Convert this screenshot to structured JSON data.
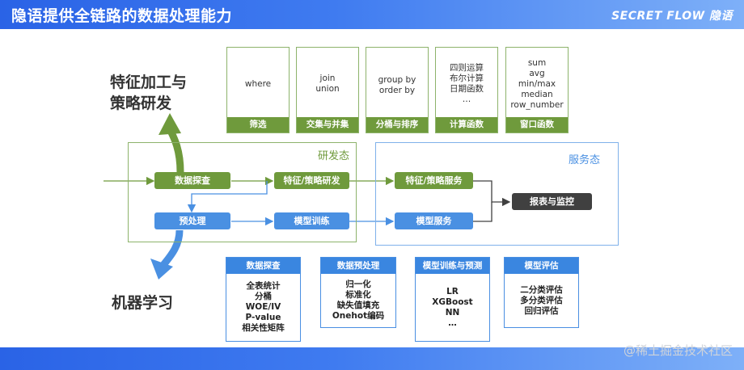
{
  "header": {
    "title": "隐语提供全链路的数据处理能力",
    "brand": "SECRET FLOW 隐语"
  },
  "side_labels": {
    "top": [
      "特征加工与",
      "策略研发"
    ],
    "bottom": "机器学习"
  },
  "op_cards": [
    {
      "lines": [
        "where"
      ],
      "footer": "筛选"
    },
    {
      "lines": [
        "join",
        "union"
      ],
      "footer": "交集与并集"
    },
    {
      "lines": [
        "group by",
        "order by"
      ],
      "footer": "分桶与排序"
    },
    {
      "lines": [
        "四则运算",
        "布尔计算",
        "日期函数",
        "…"
      ],
      "footer": "计算函数"
    },
    {
      "lines": [
        "sum",
        "avg",
        "min/max",
        "median",
        "row_number"
      ],
      "footer": "窗口函数"
    }
  ],
  "regions": {
    "dev": "研发态",
    "service": "服务态"
  },
  "nodes": {
    "explore": "数据探查",
    "feature_dev": "特征/策略研发",
    "feature_service": "特征/策略服务",
    "report": "报表与监控",
    "preprocess": "预处理",
    "model_train": "模型训练",
    "model_service": "模型服务"
  },
  "feature_cards": [
    {
      "title": "数据探查",
      "lines": [
        "全表统计",
        "分桶",
        "WOE/IV",
        "P-value",
        "相关性矩阵"
      ]
    },
    {
      "title": "数据预处理",
      "lines": [
        "归一化",
        "标准化",
        "缺失值填充",
        "Onehot编码"
      ]
    },
    {
      "title": "模型训练与预测",
      "lines": [
        "LR",
        "XGBoost",
        "NN",
        "…"
      ]
    },
    {
      "title": "模型评估",
      "lines": [
        "二分类评估",
        "多分类评估",
        "回归评估"
      ]
    }
  ],
  "watermark": "@稀土掘金技术社区",
  "colors": {
    "dev_green": "#6f9a3c",
    "service_blue": "#4a90e2",
    "header_blue": "#2a63e6",
    "report_gray": "#404040"
  }
}
